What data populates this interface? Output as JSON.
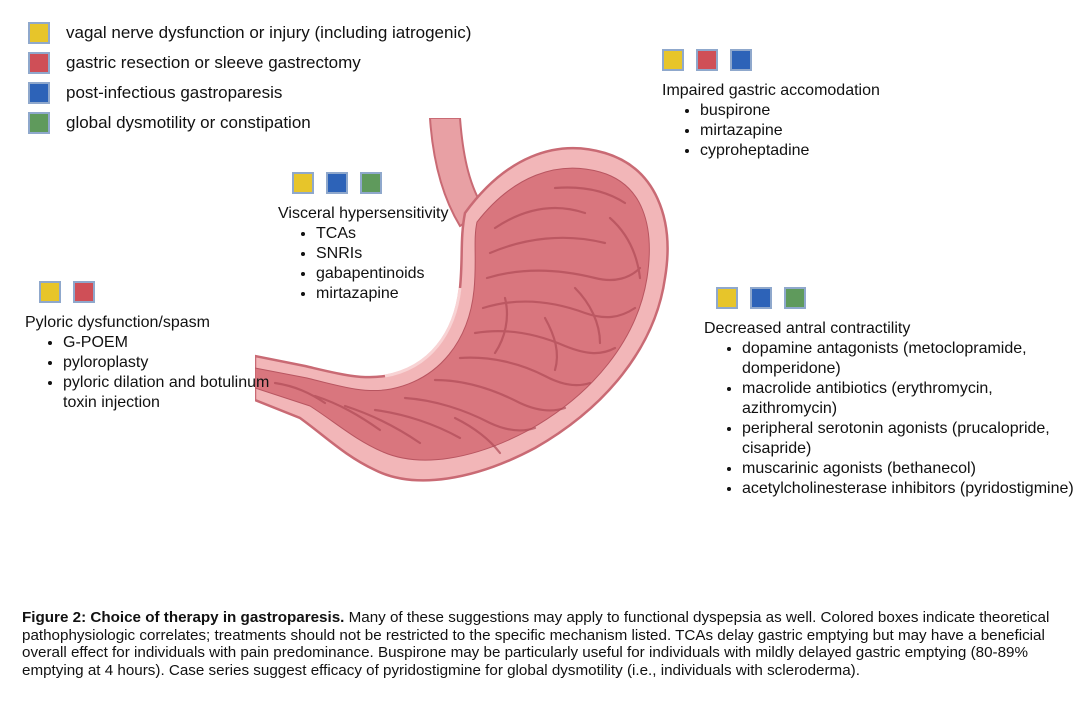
{
  "legend": [
    {
      "color": "#e7c52a",
      "label": "vagal nerve dysfunction or injury (including iatrogenic)"
    },
    {
      "color": "#cf4f57",
      "label": "gastric resection or sleeve gastrectomy"
    },
    {
      "color": "#2d63b8",
      "label": "post-infectious gastroparesis"
    },
    {
      "color": "#5f9a5c",
      "label": "global dysmotility or constipation"
    }
  ],
  "accommodation": {
    "title": "Impaired gastric accomodation",
    "items": [
      "buspirone",
      "mirtazapine",
      "cyproheptadine"
    ],
    "boxes": [
      "yellow",
      "red",
      "blue"
    ]
  },
  "visceral": {
    "title": "Visceral hypersensitivity",
    "items": [
      "TCAs",
      "SNRIs",
      "gabapentinoids",
      "mirtazapine"
    ],
    "boxes": [
      "yellow",
      "blue",
      "green"
    ]
  },
  "pyloric": {
    "title": "Pyloric dysfunction/spasm",
    "items": [
      "G-POEM",
      "pyloroplasty",
      "pyloric dilation and botulinum toxin injection"
    ],
    "boxes": [
      "yellow",
      "red"
    ]
  },
  "antral": {
    "title": "Decreased antral contractility",
    "items": [
      "dopamine antagonists (metoclopramide, domperidone)",
      "macrolide antibiotics (erythromycin, azithromycin)",
      "peripheral serotonin agonists (prucalopride, cisapride)",
      "muscarinic agonists (bethanecol)",
      "acetylcholinesterase inhibitors (pyridostigmine)"
    ],
    "boxes": [
      "yellow",
      "blue",
      "green"
    ]
  },
  "caption": {
    "bold": "Figure 2: Choice of therapy in gastroparesis.",
    "text": " Many of these suggestions may apply to functional dyspepsia as well. Colored boxes indicate theoretical pathophysiologic correlates; treatments should not be restricted to the specific mechanism listed. TCAs delay gastric emptying but may have a beneficial overall effect for individuals with pain predominance. Buspirone may be particularly useful for individuals with mildly delayed gastric emptying (80-89% emptying at 4 hours). Case series suggest efficacy of pyridostigmine for global dysmotility (i.e., individuals with scleroderma)."
  }
}
